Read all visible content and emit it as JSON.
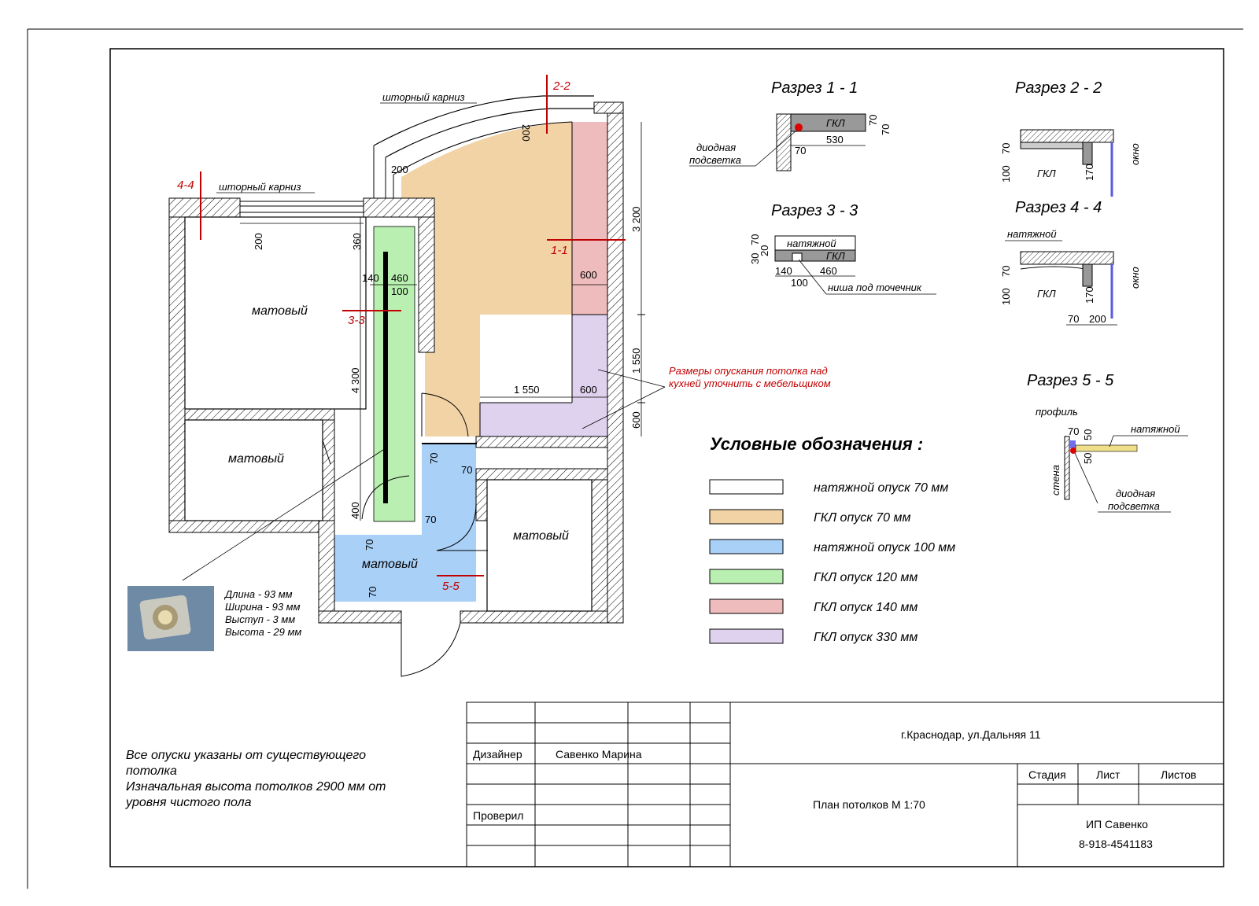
{
  "plan": {
    "curtain_rod_top": "шторный карниз",
    "curtain_rod_left": "шторный карниз",
    "room_matte_1": "матовый",
    "room_matte_2": "матовый",
    "room_matte_3": "матовый",
    "room_matte_4": "матовый",
    "cut_1_1": "1-1",
    "cut_2_2": "2-2",
    "cut_3_3": "3-3",
    "cut_4_4": "4-4",
    "cut_5_5": "5-5",
    "kitchen_note_line1": "Размеры опускания потолка над",
    "kitchen_note_line2": "кухней уточнить с мебельщиком",
    "dims": {
      "d200_top": "200",
      "d200_curve": "200",
      "d200_left": "200",
      "d360": "360",
      "d140": "140",
      "d460": "460",
      "d100": "100",
      "d600_a": "600",
      "d600_b": "600",
      "d1550_h": "1 550",
      "d4300": "4 300",
      "d3200": "3 200",
      "d1550_v": "1 550",
      "d600_v": "600",
      "d400": "400",
      "d70_a": "70",
      "d70_b": "70",
      "d70_c": "70",
      "d70_d": "70",
      "d70_e": "70"
    }
  },
  "spot": {
    "length": "Длина - 93 мм",
    "width": "Ширина - 93 мм",
    "protrusion": "Выступ - 3 мм",
    "height": "Высота - 29 мм"
  },
  "sections": {
    "s1": {
      "title": "Разрез 1 - 1",
      "gkl": "ГКЛ",
      "d70a": "70",
      "d70b": "70",
      "d530": "530",
      "d70c": "70",
      "diode1": "диодная",
      "diode2": "подсветка"
    },
    "s2": {
      "title": "Разрез 2 - 2",
      "gkl": "ГКЛ",
      "d100": "100",
      "d70": "70",
      "d170": "170",
      "window": "окно"
    },
    "s3": {
      "title": "Разрез 3 - 3",
      "stretch": "натяжной",
      "gkl": "ГКЛ",
      "d30": "30",
      "d70": "70",
      "d20": "20",
      "d140": "140",
      "d460": "460",
      "d100": "100",
      "niche": "ниша под точечник"
    },
    "s4": {
      "title": "Разрез 4 - 4",
      "stretch": "натяжной",
      "gkl": "ГКЛ",
      "d100": "100",
      "d70": "70",
      "d170": "170",
      "d70b": "70",
      "d200": "200",
      "window": "окно"
    },
    "s5": {
      "title": "Разрез 5 - 5",
      "profile": "профиль",
      "stretch": "натяжной",
      "wall": "стена",
      "d70": "70",
      "d50a": "50",
      "d50b": "50",
      "diode1": "диодная",
      "diode2": "подсветка"
    }
  },
  "legend": {
    "title": "Условные обозначения :",
    "items": [
      {
        "label": "натяжной опуск 70 мм",
        "color": "#ffffff"
      },
      {
        "label": "ГКЛ опуск 70 мм",
        "color": "#f1d3a6"
      },
      {
        "label": "натяжной опуск 100 мм",
        "color": "#a9d0f7"
      },
      {
        "label": "ГКЛ опуск 120 мм",
        "color": "#b9efb0"
      },
      {
        "label": "ГКЛ опуск 140 мм",
        "color": "#efbcbd"
      },
      {
        "label": "ГКЛ опуск 330 мм",
        "color": "#dfd2ee"
      }
    ]
  },
  "notes": {
    "line1": "Все опуски указаны от существующего",
    "line2": "потолка",
    "line3": "Изначальная высота потолков 2900 мм от",
    "line4": "уровня чистого пола"
  },
  "title_block": {
    "designer_label": "Дизайнер",
    "designer_name": "Савенко  Марина",
    "checked_label": "Проверил",
    "address": "г.Краснодар, ул.Дальняя 11",
    "plan_name": "План потолков М 1:70",
    "stage": "Стадия",
    "sheet": "Лист",
    "sheets": "Листов",
    "company": "ИП Савенко",
    "phone": "8-918-4541183"
  }
}
